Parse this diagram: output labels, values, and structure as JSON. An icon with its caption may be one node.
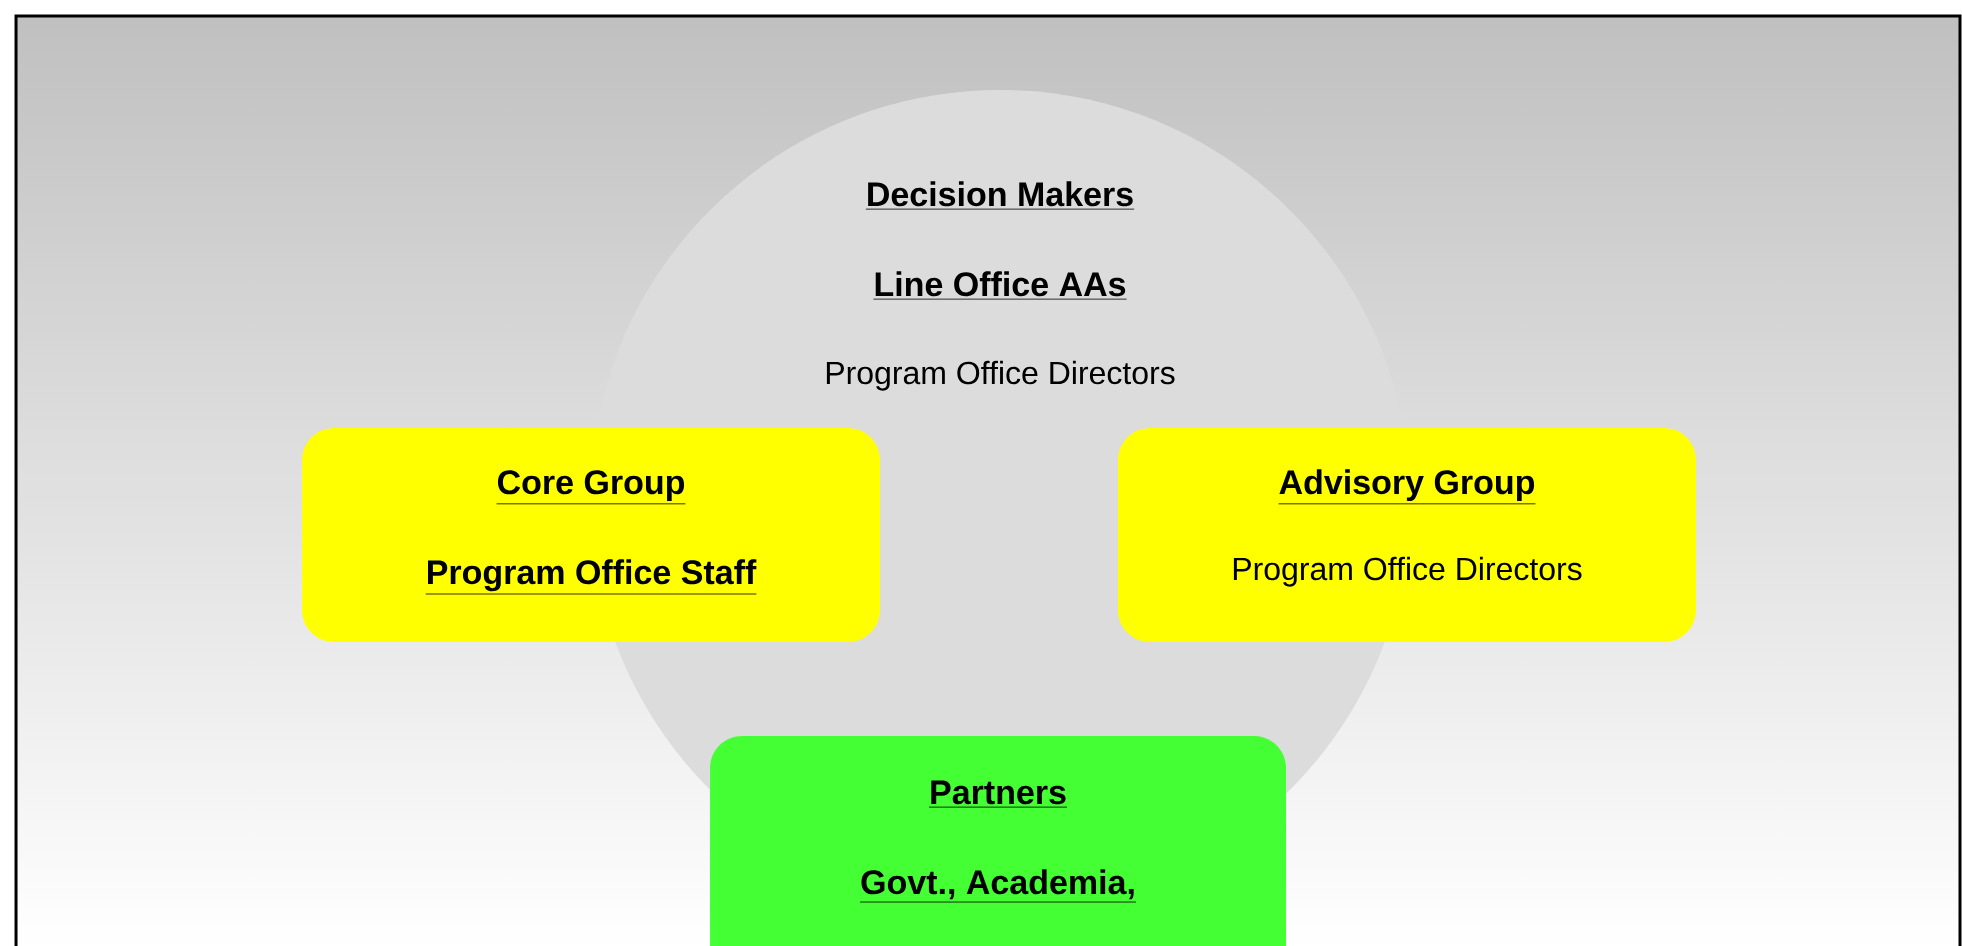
{
  "diagram": {
    "nodes": [
      {
        "text": [
          "Decision Makers",
          "Line Office AAs",
          "Program Office Directors"
        ]
      },
      {
        "text": [
          "Core Group",
          "Program Office Staff"
        ]
      },
      {
        "text": [
          "Advisory Group",
          "Program Office Directors"
        ]
      },
      {
        "text": [
          "Partners",
          "Govt., Academia,"
        ]
      }
    ]
  }
}
